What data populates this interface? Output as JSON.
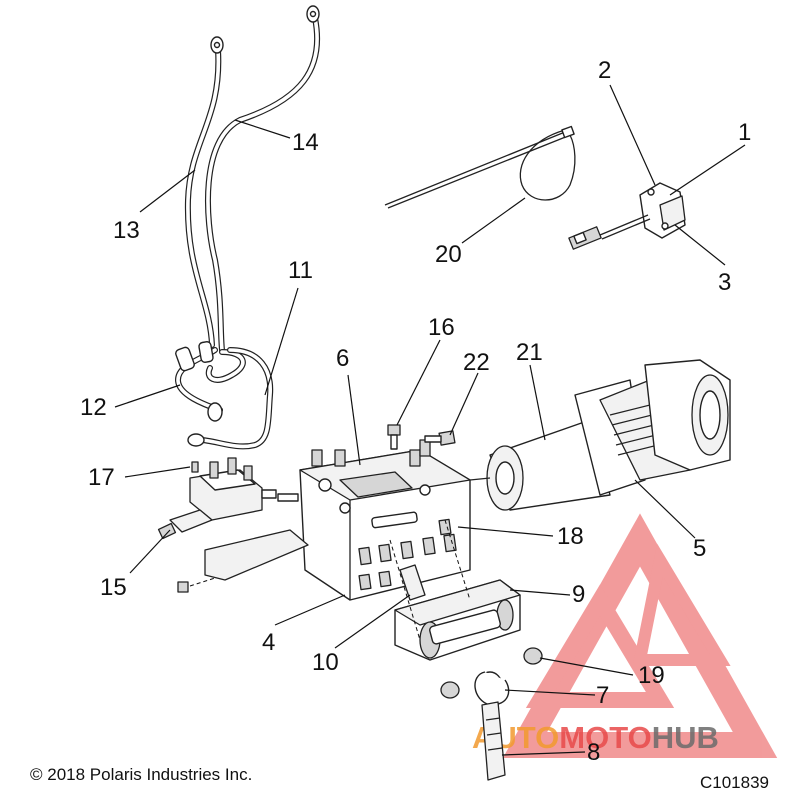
{
  "diagram": {
    "callouts": [
      {
        "id": "c1",
        "label": "1"
      },
      {
        "id": "c2",
        "label": "2"
      },
      {
        "id": "c3",
        "label": "3"
      },
      {
        "id": "c4",
        "label": "4"
      },
      {
        "id": "c5",
        "label": "5"
      },
      {
        "id": "c6",
        "label": "6"
      },
      {
        "id": "c7",
        "label": "7"
      },
      {
        "id": "c8",
        "label": "8"
      },
      {
        "id": "c9",
        "label": "9"
      },
      {
        "id": "c10",
        "label": "10"
      },
      {
        "id": "c11",
        "label": "11"
      },
      {
        "id": "c12",
        "label": "12"
      },
      {
        "id": "c13",
        "label": "13"
      },
      {
        "id": "c14",
        "label": "14"
      },
      {
        "id": "c15",
        "label": "15"
      },
      {
        "id": "c16",
        "label": "16"
      },
      {
        "id": "c17",
        "label": "17"
      },
      {
        "id": "c18",
        "label": "18"
      },
      {
        "id": "c19",
        "label": "19"
      },
      {
        "id": "c20",
        "label": "20"
      },
      {
        "id": "c21",
        "label": "21"
      },
      {
        "id": "c22",
        "label": "22"
      }
    ],
    "copyright": "© 2018 Polaris Industries Inc.",
    "figure_code": "C101839"
  },
  "watermark": {
    "text_part1": "AUTO",
    "text_part2": "MOTO",
    "text_part3": "HUB",
    "color_red": "#e84a4a",
    "color_orange": "#f29a2e",
    "color_gray": "#6b6b6b"
  },
  "colors": {
    "line": "#222222",
    "background": "#ffffff"
  }
}
